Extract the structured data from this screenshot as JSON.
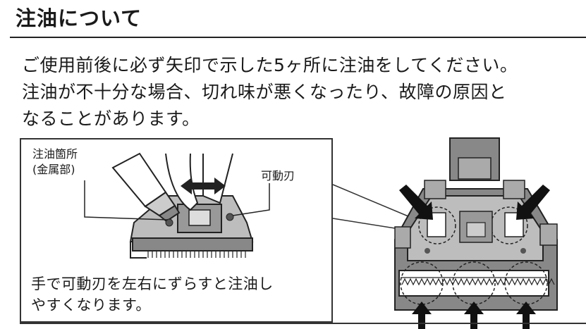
{
  "section": {
    "title": "注油について",
    "intro_lines": [
      "ご使用前後に必ず矢印で示した5ヶ所に注油をしてください。",
      "注油が不十分な場合、切れ味が悪くなったり、故障の原因と",
      "なることがあります。"
    ]
  },
  "figure_left": {
    "label_oil_point_line1": "注油箇所",
    "label_oil_point_line2": "(金属部)",
    "label_movable_blade": "可動刃",
    "caption_line1": "手で可動刃を左右にずらすと注油し",
    "caption_line2": "やすくなります。"
  },
  "figure_right": {
    "oil_point_count": 5
  },
  "colors": {
    "text": "#1a1a1a",
    "device_dark": "#555555",
    "device_mid": "#888888",
    "device_light": "#bdbdbd"
  }
}
